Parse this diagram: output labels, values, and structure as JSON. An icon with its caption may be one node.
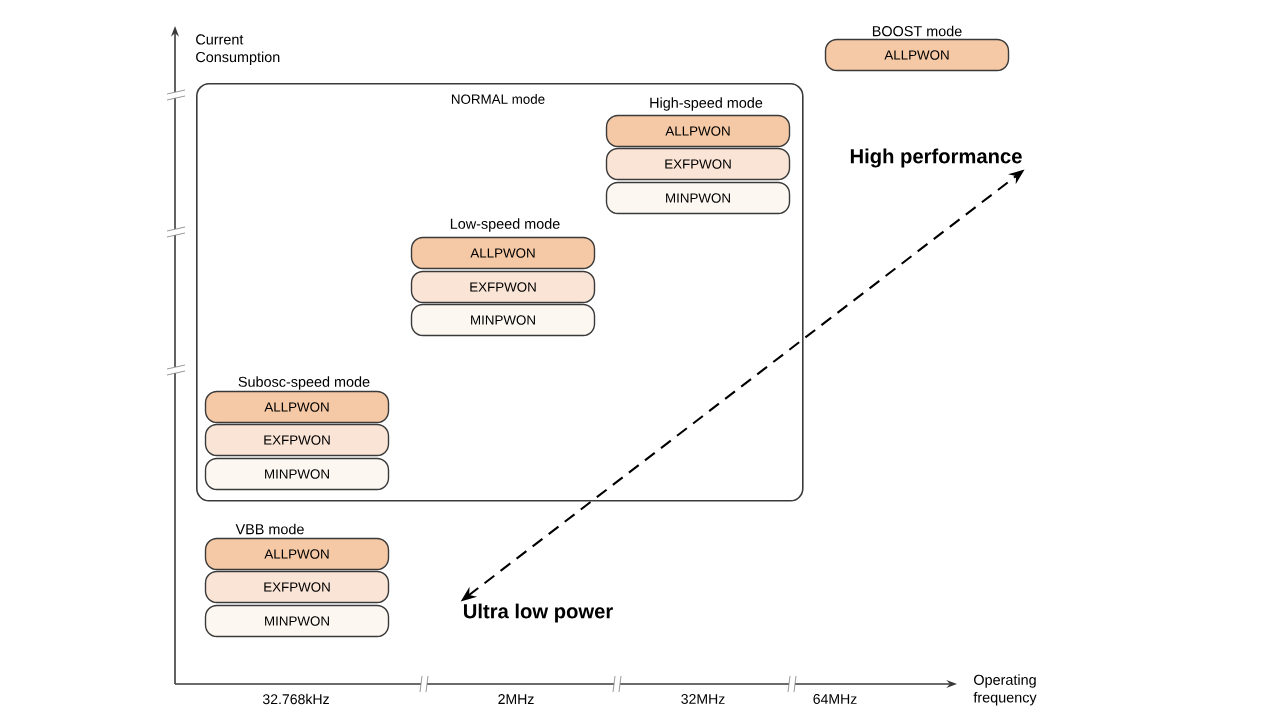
{
  "diagram": {
    "nodes": [
      {
        "text": [
          "ALLPWON"
        ]
      },
      {
        "text": [
          "NORMAL mode"
        ]
      },
      {
        "text": [
          "ALLPWON"
        ],
        "in": 1
      },
      {
        "text": [
          "EXFPWON"
        ],
        "in": 1
      },
      {
        "text": [
          "MINPWON"
        ],
        "in": 1
      },
      {
        "text": [
          "High performance"
        ]
      },
      {
        "text": [
          "ALLPWON"
        ],
        "in": 1
      },
      {
        "text": [
          "EXFPWON"
        ],
        "in": 1
      },
      {
        "text": [
          "MINPWON"
        ],
        "in": 1
      },
      {
        "text": [
          "ALLPWON"
        ],
        "in": 1
      },
      {
        "text": [
          "EXFPWON"
        ],
        "in": 1
      },
      {
        "text": [
          "MINPWON"
        ],
        "in": 1
      },
      {
        "text": [
          "ALLPWON"
        ]
      },
      {
        "text": [
          "EXFPWON"
        ]
      },
      {
        "text": [
          "MINPWON"
        ]
      },
      {
        "text": [
          "Ultra low power"
        ]
      }
    ],
    "edges": [
      {
        "from": 15,
        "to": 5,
        "arrow": "both",
        "style": "dashed"
      }
    ],
    "labels": [
      "Current Consumption",
      "BOOST mode",
      "High-speed mode",
      "Low-speed mode",
      "Subosc-speed mode",
      "VBB mode",
      "Operating frequency",
      "32.768kHz",
      "2MHz",
      "32MHz",
      "64MHz"
    ]
  }
}
